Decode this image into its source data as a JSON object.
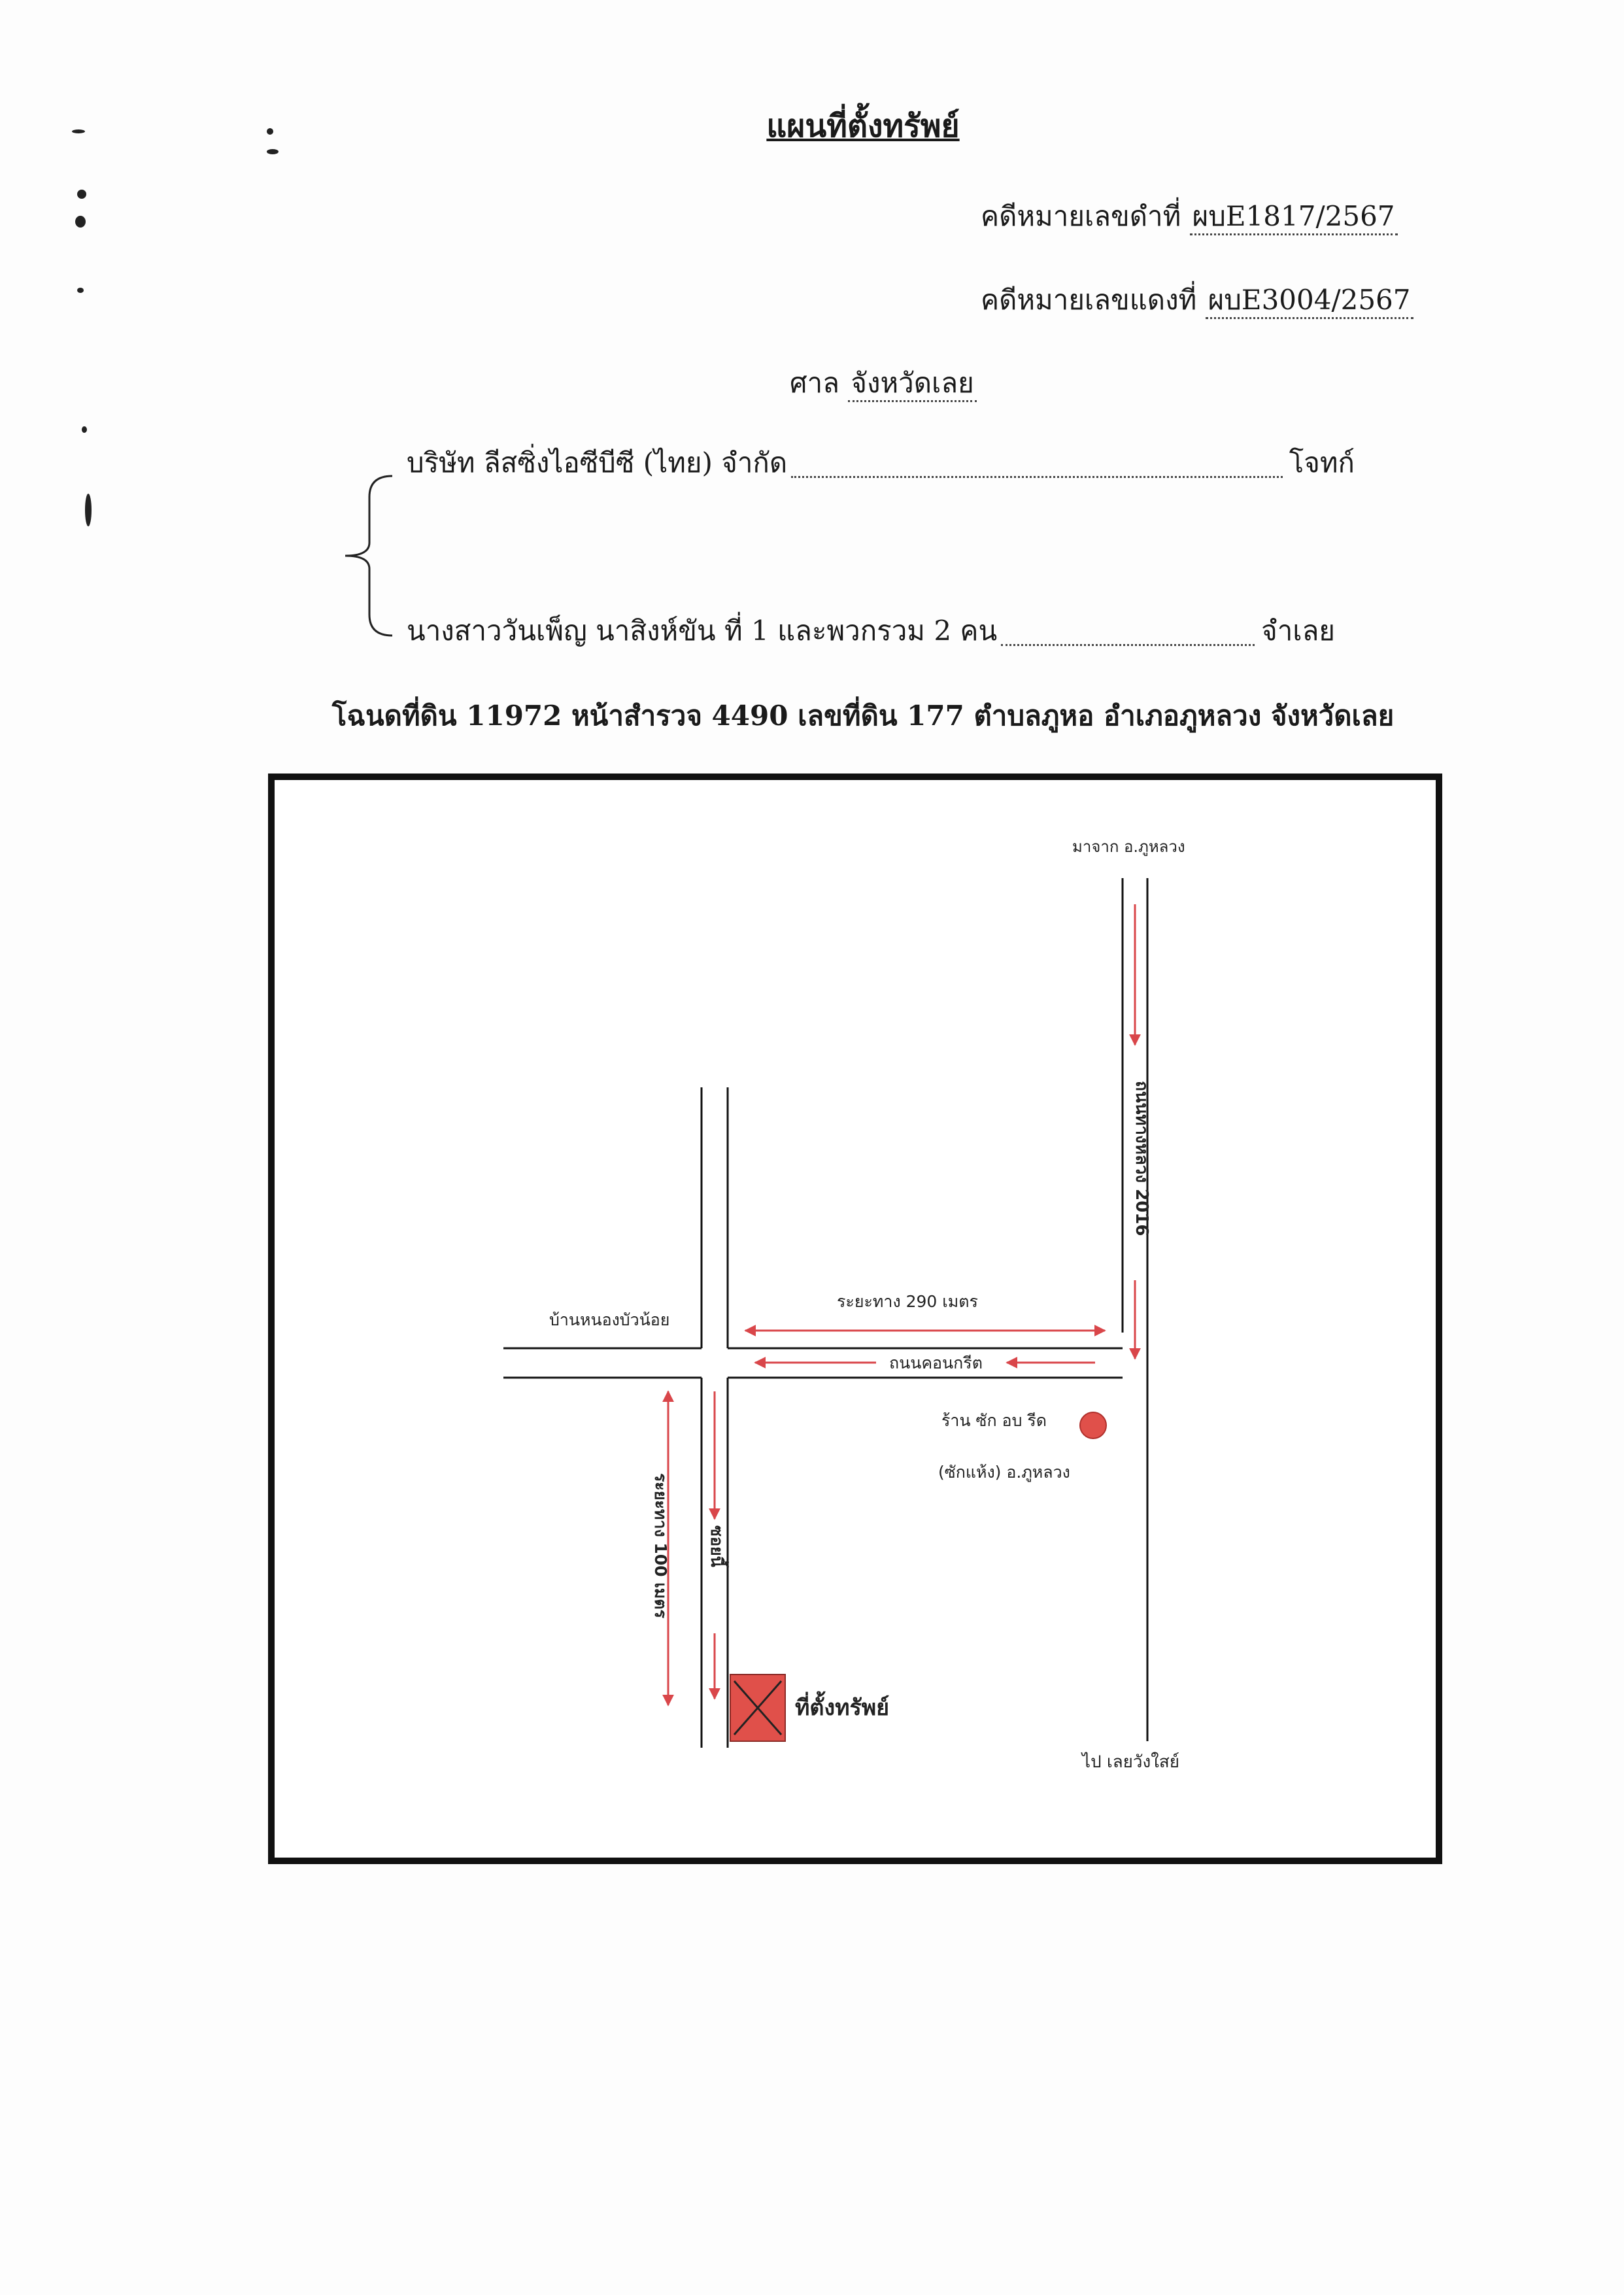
{
  "header": {
    "title": "แผนที่ตั้งทรัพย์",
    "black_case_label": "คดีหมายเลขดำที่",
    "black_case_no": "ผบE1817/2567",
    "red_case_label": "คดีหมายเลขแดงที่",
    "red_case_no": "ผบE3004/2567",
    "court_label": "ศาล",
    "court_name": "จังหวัดเลย"
  },
  "parties": {
    "plaintiff_name": "บริษัท ลีสซิ่งไอซีบีซี (ไทย) จำกัด",
    "plaintiff_role": "โจทก์",
    "defendant_name": "นางสาววันเพ็ญ  นาสิงห์ขัน ที่ 1 และพวกรวม 2 คน",
    "defendant_role": "จำเลย"
  },
  "deed_line": "โฉนดที่ดิน 11972 หน้าสำรวจ 4490 เลขที่ดิน 177 ตำบลภูหอ  อำเภอภูหลวง จังหวัดเลย",
  "map": {
    "from_label": "มาจาก อ.ภูหลวง",
    "highway_label": "ถนนทางหลวง 2016",
    "distance_290": "ระยะทาง  290  เมตร",
    "village_label": "บ้านหนองบัวน้อย",
    "concrete_road": "ถนนคอนกรีต",
    "shop_label_1": "ร้าน ซัก อบ รีด",
    "shop_label_2": "(ซักแห้ง) อ.ภูหลวง",
    "distance_100": "ระยะทาง  100  เมตร",
    "soi_label": "ซอยนี้",
    "property_label": "ที่ตั้งทรัพย์",
    "to_label": "ไป เลยวังใสย์",
    "colors": {
      "arrow": "#d9464a",
      "property_fill": "#e0504a",
      "shop_dot": "#e0504a",
      "road": "#111111"
    }
  }
}
